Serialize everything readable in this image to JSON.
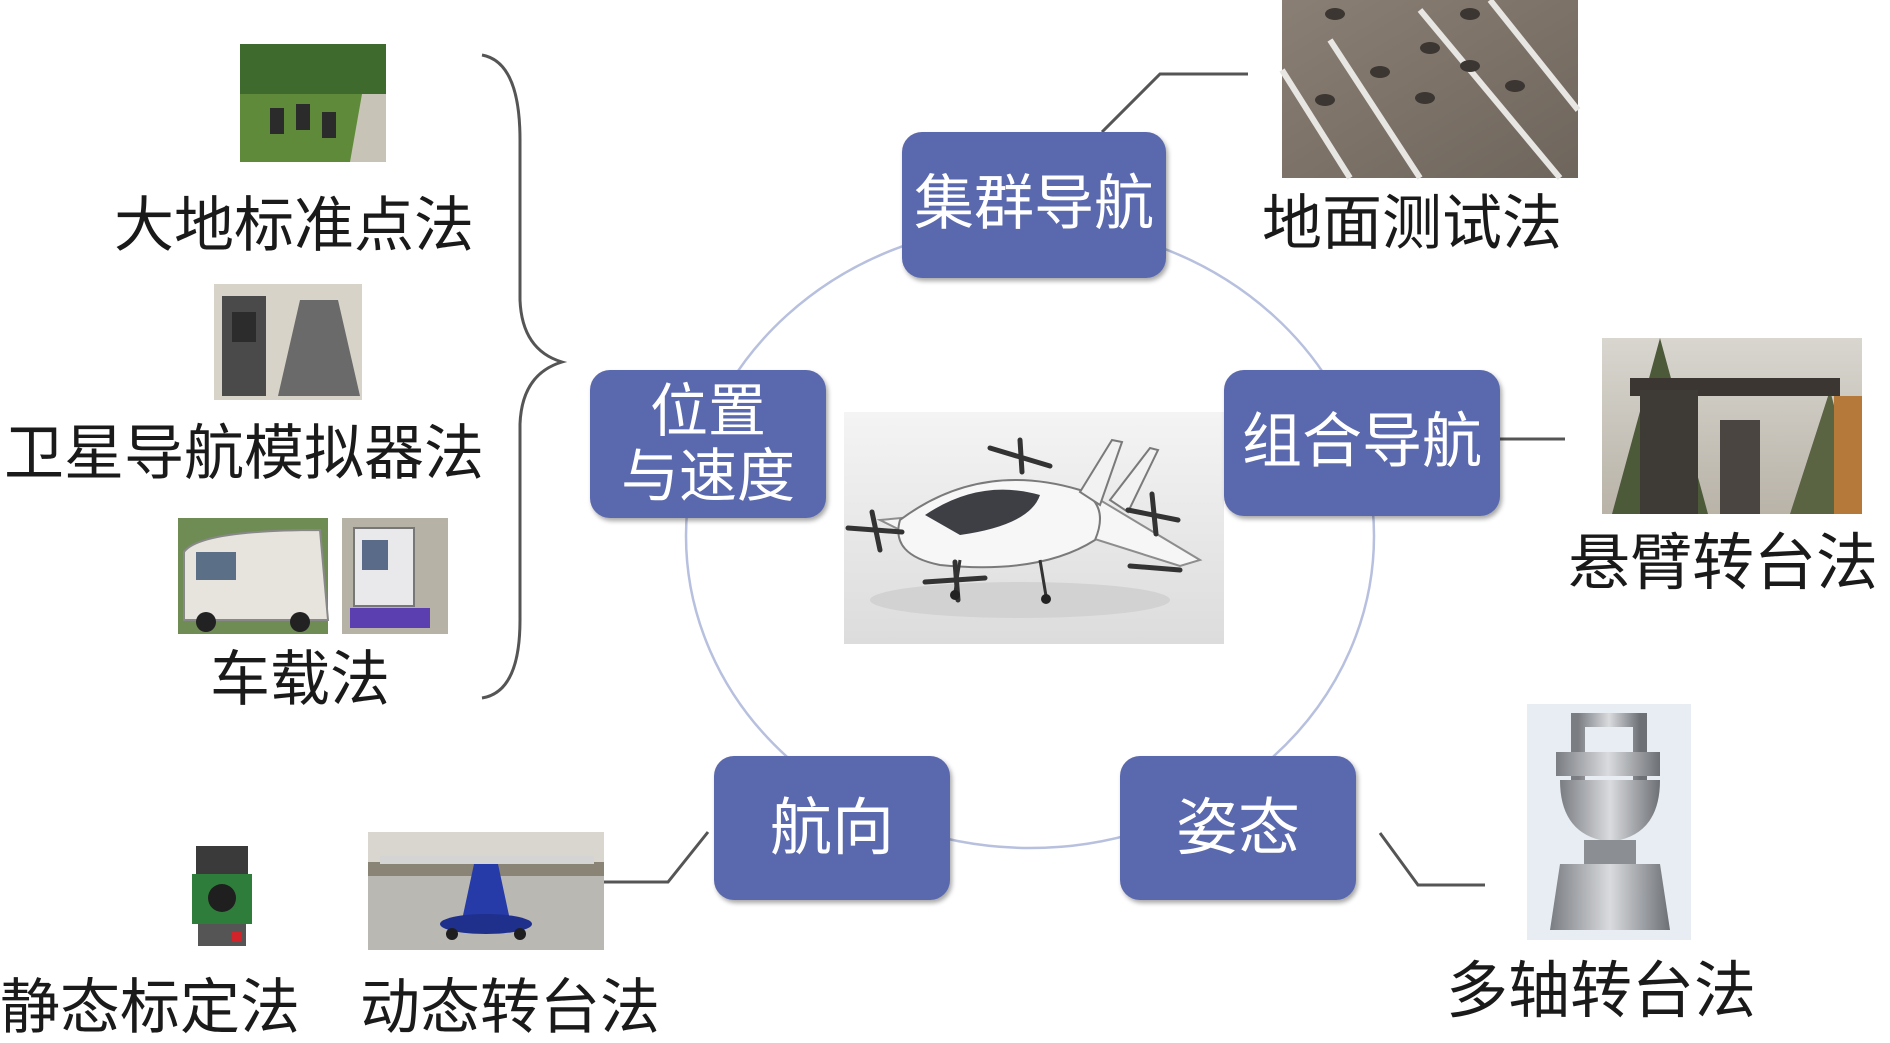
{
  "center": {
    "image": "evtol-aircraft"
  },
  "nodes": {
    "cluster": "集群导航",
    "integrated": "组合导航",
    "position_velocity_line1": "位置",
    "position_velocity_line2": "与速度",
    "heading": "航向",
    "attitude": "姿态"
  },
  "methods": {
    "ground_test": "地面测试法",
    "cantilever_turntable": "悬臂转台法",
    "multi_axis_turntable": "多轴转台法",
    "static_calibration": "静态标定法",
    "dynamic_turntable": "动态转台法",
    "geodetic_reference": "大地标准点法",
    "satellite_simulator": "卫星导航模拟器法",
    "vehicle_mounted": "车载法"
  },
  "colors": {
    "node_fill": "#5a68ad",
    "ring": "#b7c0de",
    "connector": "#555555",
    "text": "#1a1a1a"
  }
}
